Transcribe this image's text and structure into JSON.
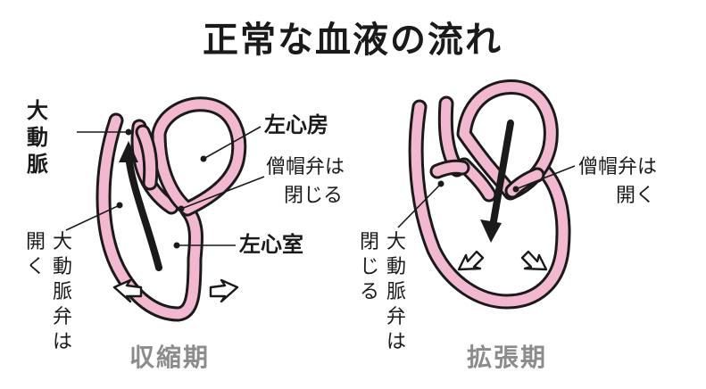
{
  "title": "正常な血液の流れ",
  "colors": {
    "wall": "#f2b8cf",
    "outline": "#1a1a1a",
    "phase_text": "#8c8c8c"
  },
  "systole": {
    "phase": "収縮期",
    "aorta": "大動脈",
    "left_atrium": "左心房",
    "mitral_valve_lines": [
      "僧帽弁は",
      "閉じる"
    ],
    "left_ventricle": "左心室",
    "aortic_valve_vertical": [
      "大動脈弁は",
      "開く"
    ]
  },
  "diastole": {
    "phase": "拡張期",
    "mitral_valve_lines": [
      "僧帽弁は",
      "開く"
    ],
    "aortic_valve_vertical": [
      "大動脈弁は",
      "閉じる"
    ]
  }
}
